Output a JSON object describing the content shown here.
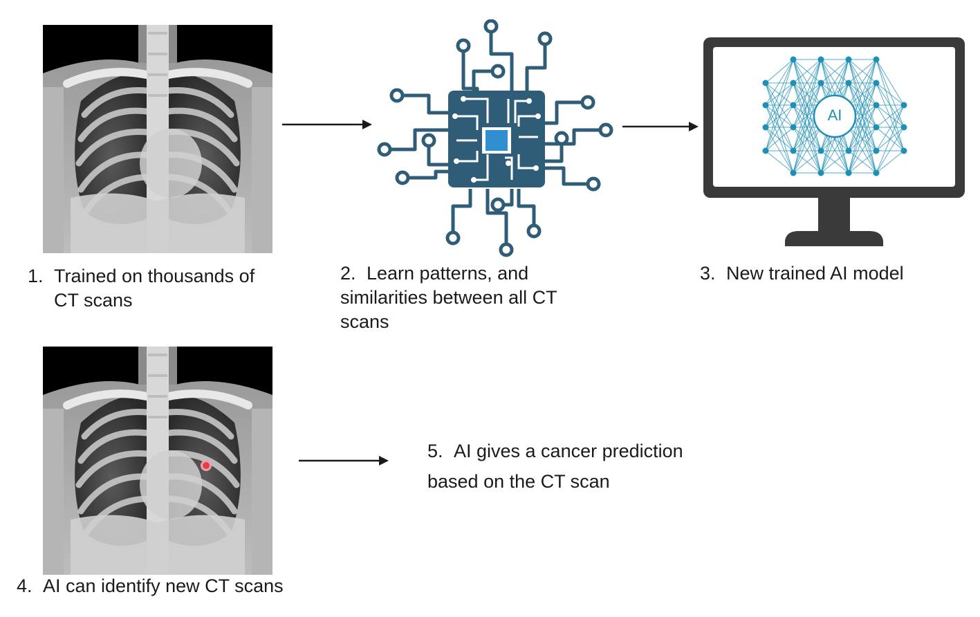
{
  "steps": {
    "step1": {
      "number": "1.",
      "line1": "Trained on thousands of",
      "line2": "CT scans"
    },
    "step2": {
      "number": "2.",
      "line1": "Learn patterns, and",
      "line2": "similarities between all CT",
      "line3": "scans"
    },
    "step3": {
      "number": "3.",
      "line1": "New trained AI model"
    },
    "step4": {
      "number": "4.",
      "line1": "AI can identify new CT scans"
    },
    "step5": {
      "number": "5.",
      "line1": "AI gives a cancer prediction",
      "line2": "based on the CT scan"
    }
  },
  "monitor": {
    "center_label": "AI"
  },
  "colors": {
    "chip": "#2f5d78",
    "chip_core": "#2f8fd0",
    "network": "#1e8fb5",
    "monitor_frame": "#3a3a3a",
    "tumor": "#e0404a",
    "arrow": "#1a1a1a"
  },
  "icons": [
    "xray-chest-image",
    "circuit-chip-icon",
    "monitor-icon",
    "neural-network-icon",
    "arrow-right-icon"
  ]
}
